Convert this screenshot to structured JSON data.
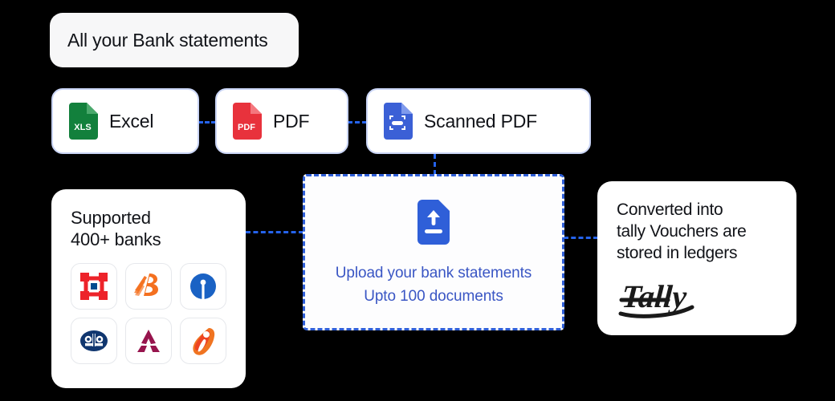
{
  "title_pill": {
    "label": "All your Bank statements"
  },
  "file_types": [
    {
      "id": "excel",
      "label": "Excel",
      "icon": "xls-file-icon",
      "icon_color": "#12803c",
      "badge": "XLS"
    },
    {
      "id": "pdf",
      "label": "PDF",
      "icon": "pdf-file-icon",
      "icon_color": "#e8323c",
      "badge": "PDF"
    },
    {
      "id": "scan",
      "label": "Scanned PDF",
      "icon": "scanned-pdf-file-icon",
      "icon_color": "#3b60d6",
      "badge": ""
    }
  ],
  "banks_panel": {
    "heading_line1": "Supported",
    "heading_line2": "400+ banks",
    "banks": [
      {
        "name": "hdfc-bank-logo",
        "color": "#ed232a"
      },
      {
        "name": "bank-of-baroda-logo",
        "color": "#f4701f"
      },
      {
        "name": "state-bank-of-india-logo",
        "color": "#1a62c4"
      },
      {
        "name": "kotak-mahindra-bank-logo",
        "color": "#10366f"
      },
      {
        "name": "axis-bank-logo",
        "color": "#97144d"
      },
      {
        "name": "icici-bank-logo",
        "color": "#f07421"
      }
    ]
  },
  "dropzone": {
    "icon": "upload-document-icon",
    "line1": "Upload your bank statements",
    "line2": "Upto 100 documents",
    "accent_color": "#3a56c4",
    "border_color": "#2f5fd8"
  },
  "output_panel": {
    "heading_line1": "Converted into",
    "heading_line2": "tally Vouchers are",
    "heading_line3": "stored in ledgers",
    "logo": "tally-logo",
    "logo_text": "Tally"
  },
  "connectors": {
    "color": "#2563eb",
    "style": "dashed"
  }
}
